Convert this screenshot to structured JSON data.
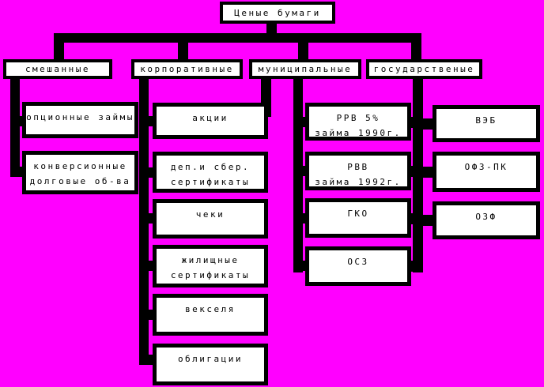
{
  "colors": {
    "background": "#FF00FF",
    "line": "#000000",
    "box_fill": "#FFFFFF",
    "text": "#000000"
  },
  "tree": {
    "root": "Ценые бумаги",
    "branches": [
      {
        "label": "смешанные",
        "children": [
          {
            "lines": [
              "опционные займы"
            ]
          },
          {
            "lines": [
              "конверсионные",
              "долговые об-ва"
            ]
          }
        ]
      },
      {
        "label": "корпоративные",
        "children": [
          {
            "lines": [
              "акции"
            ]
          },
          {
            "lines": [
              "деп.и сбер.",
              "сертификаты"
            ]
          },
          {
            "lines": [
              "чеки"
            ]
          },
          {
            "lines": [
              "жилищные",
              "сертификаты"
            ]
          },
          {
            "lines": [
              "векселя"
            ]
          },
          {
            "lines": [
              "облигации"
            ]
          }
        ]
      },
      {
        "label": "муниципальные",
        "children": [
          {
            "lines": [
              "РРВ 5%",
              "займа 1990г."
            ]
          },
          {
            "lines": [
              "РВВ",
              "займа 1992г."
            ]
          },
          {
            "lines": [
              "ГКО"
            ]
          },
          {
            "lines": [
              "ОСЗ"
            ]
          }
        ]
      },
      {
        "label": "государственые",
        "children": [
          {
            "lines": [
              "ВЭБ"
            ]
          },
          {
            "lines": [
              "ОФЗ-ПК"
            ]
          },
          {
            "lines": [
              "ОЗФ"
            ]
          }
        ]
      }
    ]
  }
}
